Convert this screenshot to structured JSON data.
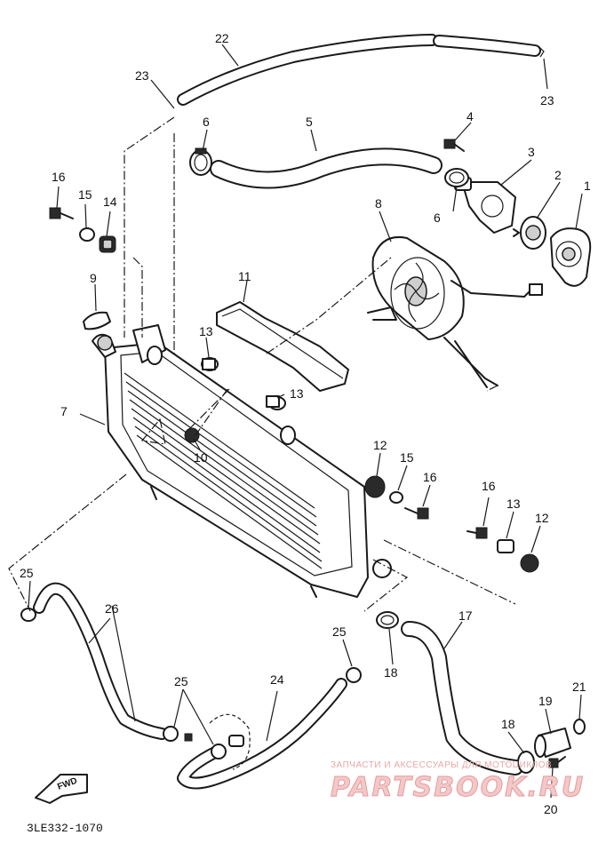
{
  "diagram_code": "3LE332-1070",
  "front_arrow_label": "FWD",
  "watermark": {
    "top_line": "ЗАПЧАСТИ И АКСЕССУАРЫ ДЛЯ МОТОЦИКЛОВ",
    "brand": "PARTSBOOK.RU"
  },
  "callouts": [
    {
      "id": "c1",
      "label": "1"
    },
    {
      "id": "c2",
      "label": "2"
    },
    {
      "id": "c3",
      "label": "3"
    },
    {
      "id": "c4",
      "label": "4"
    },
    {
      "id": "c5",
      "label": "5"
    },
    {
      "id": "c6a",
      "label": "6"
    },
    {
      "id": "c6b",
      "label": "6"
    },
    {
      "id": "c7",
      "label": "7"
    },
    {
      "id": "c8",
      "label": "8"
    },
    {
      "id": "c9",
      "label": "9"
    },
    {
      "id": "c10",
      "label": "10"
    },
    {
      "id": "c11",
      "label": "11"
    },
    {
      "id": "c12a",
      "label": "12"
    },
    {
      "id": "c12b",
      "label": "12"
    },
    {
      "id": "c13a",
      "label": "13"
    },
    {
      "id": "c13b",
      "label": "13"
    },
    {
      "id": "c13c",
      "label": "13"
    },
    {
      "id": "c14",
      "label": "14"
    },
    {
      "id": "c15a",
      "label": "15"
    },
    {
      "id": "c15b",
      "label": "15"
    },
    {
      "id": "c16a",
      "label": "16"
    },
    {
      "id": "c16b",
      "label": "16"
    },
    {
      "id": "c16c",
      "label": "16"
    },
    {
      "id": "c17",
      "label": "17"
    },
    {
      "id": "c18a",
      "label": "18"
    },
    {
      "id": "c18b",
      "label": "18"
    },
    {
      "id": "c19",
      "label": "19"
    },
    {
      "id": "c20",
      "label": "20"
    },
    {
      "id": "c21",
      "label": "21"
    },
    {
      "id": "c22",
      "label": "22"
    },
    {
      "id": "c23a",
      "label": "23"
    },
    {
      "id": "c23b",
      "label": "23"
    },
    {
      "id": "c24",
      "label": "24"
    },
    {
      "id": "c25a",
      "label": "25"
    },
    {
      "id": "c25b",
      "label": "25"
    },
    {
      "id": "c25c",
      "label": "25"
    },
    {
      "id": "c26",
      "label": "26"
    }
  ]
}
